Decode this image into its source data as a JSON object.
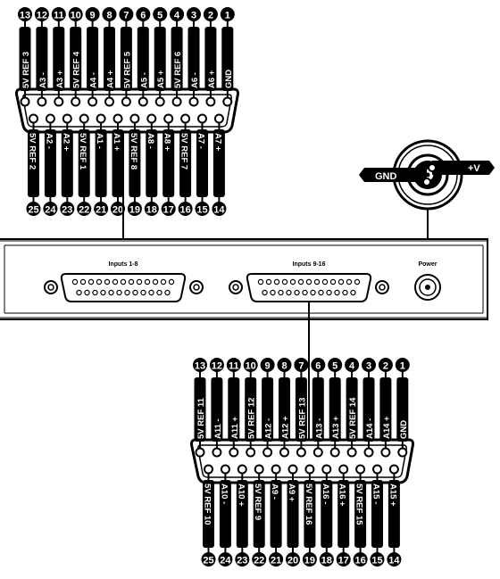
{
  "unit": {
    "inputs_1_8_label": "Inputs 1-8",
    "inputs_9_16_label": "Inputs 9-16",
    "power_label": "Power"
  },
  "power_plug": {
    "gnd_label": "GND",
    "plus_label": "+V"
  },
  "connector_top": {
    "top_row": [
      {
        "num": "13",
        "label": "5V REF 3"
      },
      {
        "num": "12",
        "label": "A3 -"
      },
      {
        "num": "11",
        "label": "A3 +"
      },
      {
        "num": "10",
        "label": "5V REF 4"
      },
      {
        "num": "9",
        "label": "A4 -"
      },
      {
        "num": "8",
        "label": "A4 +"
      },
      {
        "num": "7",
        "label": "5V REF 5"
      },
      {
        "num": "6",
        "label": "A5 -"
      },
      {
        "num": "5",
        "label": "A5 +"
      },
      {
        "num": "4",
        "label": "5V REF 6"
      },
      {
        "num": "3",
        "label": "A6 -"
      },
      {
        "num": "2",
        "label": "A6 +"
      },
      {
        "num": "1",
        "label": "GND"
      }
    ],
    "bottom_row": [
      {
        "num": "25",
        "label": "5V REF 2"
      },
      {
        "num": "24",
        "label": "A2 -"
      },
      {
        "num": "23",
        "label": "A2 +"
      },
      {
        "num": "22",
        "label": "5V REF 1"
      },
      {
        "num": "21",
        "label": "A1 -"
      },
      {
        "num": "20",
        "label": "A1 +"
      },
      {
        "num": "19",
        "label": "5V REF 8"
      },
      {
        "num": "18",
        "label": "A8 -"
      },
      {
        "num": "17",
        "label": "A8 +"
      },
      {
        "num": "16",
        "label": "5V REF 7"
      },
      {
        "num": "15",
        "label": "A7 -"
      },
      {
        "num": "14",
        "label": "A7 +"
      }
    ]
  },
  "connector_bottom": {
    "top_row": [
      {
        "num": "13",
        "label": "5V REF 11"
      },
      {
        "num": "12",
        "label": "A11 -"
      },
      {
        "num": "11",
        "label": "A11 +"
      },
      {
        "num": "10",
        "label": "5V REF 12"
      },
      {
        "num": "9",
        "label": "A12 -"
      },
      {
        "num": "8",
        "label": "A12 +"
      },
      {
        "num": "7",
        "label": "5V REF 13"
      },
      {
        "num": "6",
        "label": "A13 -"
      },
      {
        "num": "5",
        "label": "A13 +"
      },
      {
        "num": "4",
        "label": "5V REF 14"
      },
      {
        "num": "3",
        "label": "A14 -"
      },
      {
        "num": "2",
        "label": "A14 +"
      },
      {
        "num": "1",
        "label": "GND"
      }
    ],
    "bottom_row": [
      {
        "num": "25",
        "label": "5V REF 10"
      },
      {
        "num": "24",
        "label": "A10 -"
      },
      {
        "num": "23",
        "label": "A10 +"
      },
      {
        "num": "22",
        "label": "5V REF 9"
      },
      {
        "num": "21",
        "label": "A9 -"
      },
      {
        "num": "20",
        "label": "A9 +"
      },
      {
        "num": "19",
        "label": "5V REF 16"
      },
      {
        "num": "18",
        "label": "A16 -"
      },
      {
        "num": "17",
        "label": "A16 +"
      },
      {
        "num": "16",
        "label": "5V REF 15"
      },
      {
        "num": "15",
        "label": "A15 -"
      },
      {
        "num": "14",
        "label": "A15 +"
      }
    ]
  }
}
